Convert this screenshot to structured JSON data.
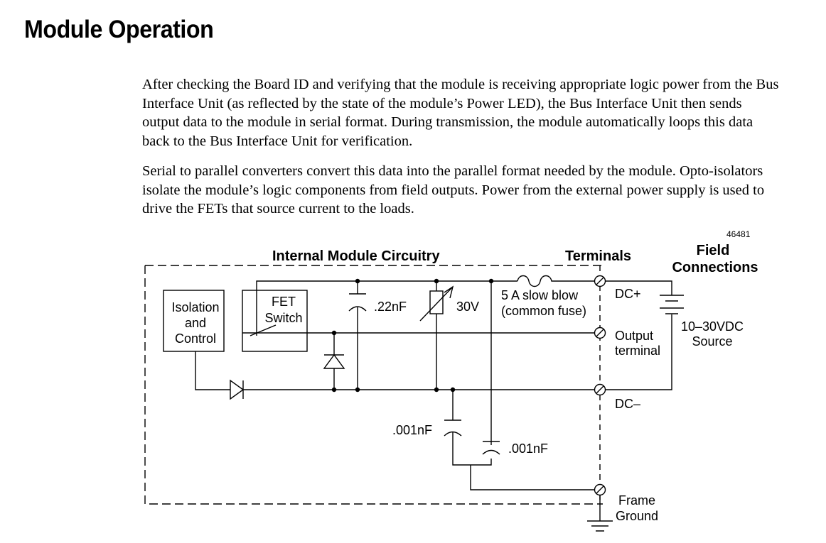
{
  "page": {
    "title": "Module Operation",
    "paragraphs": [
      "After checking the Board ID and verifying that the module is receiving appropriate logic power from the Bus Interface Unit (as reflected by the state of the module’s Power LED), the Bus Interface Unit then sends output data to the module in serial format. During transmission, the module automatically loops this data back to the Bus Interface Unit for verification.",
      "Serial to parallel converters convert this data into the parallel format needed by the module. Opto-isolators isolate the module’s logic components from field outputs. Power from the external power supply is used to drive the FETs that source current to the loads."
    ]
  },
  "diagram": {
    "figure_number": "46481",
    "headings": {
      "internal": "Internal Module Circuitry",
      "terminals": "Terminals",
      "field_line1": "Field",
      "field_line2": "Connections"
    },
    "isolation_block": [
      "Isolation",
      "and",
      "Control"
    ],
    "fet_block": [
      "FET",
      "Switch"
    ],
    "capacitor_main": ".22nF",
    "varistor": "30V",
    "fuse": [
      "5 A slow blow",
      "(common fuse)"
    ],
    "terminals": {
      "dc_plus": "DC+",
      "output": [
        "Output",
        "terminal"
      ],
      "dc_minus": "DC–",
      "frame_ground": [
        "Frame",
        "Ground"
      ]
    },
    "capacitor_left": ".001nF",
    "capacitor_right": ".001nF",
    "source": [
      "10–30VDC",
      "Source"
    ]
  }
}
